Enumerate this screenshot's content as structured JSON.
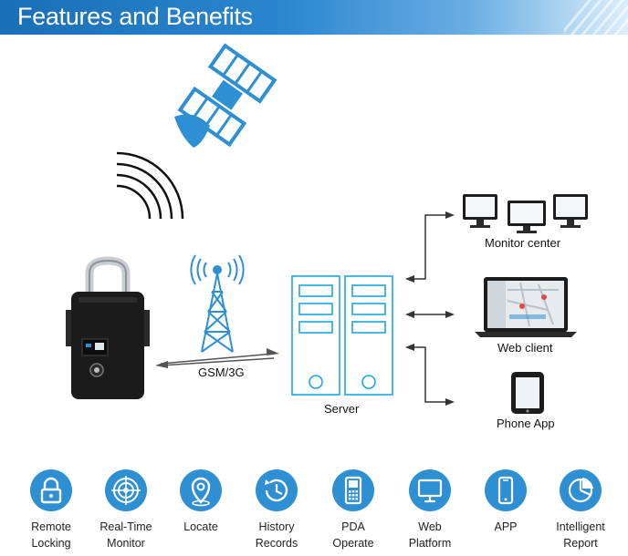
{
  "header": {
    "title": "Features and Benefits"
  },
  "diagram": {
    "gsm_label": "GSM/3G",
    "server_label": "Server",
    "monitor_label": "Monitor center",
    "web_label": "Web client",
    "phone_label": "Phone App"
  },
  "features": [
    {
      "line1": "Remote",
      "line2": "Locking",
      "icon": "lock-icon"
    },
    {
      "line1": "Real-Time",
      "line2": "Monitor",
      "icon": "radar-icon"
    },
    {
      "line1": "Locate",
      "line2": "",
      "icon": "location-pin-icon"
    },
    {
      "line1": "History",
      "line2": "Records",
      "icon": "clock-history-icon"
    },
    {
      "line1": "PDA",
      "line2": "Operate",
      "icon": "pda-icon"
    },
    {
      "line1": "Web",
      "line2": "Platform",
      "icon": "monitor-icon"
    },
    {
      "line1": "APP",
      "line2": "",
      "icon": "smartphone-icon"
    },
    {
      "line1": "Intelligent",
      "line2": "Report",
      "icon": "pie-chart-icon"
    }
  ],
  "colors": {
    "banner": "#2b86cf",
    "accent": "#2f8fd3",
    "line": "#1aa7e0"
  }
}
